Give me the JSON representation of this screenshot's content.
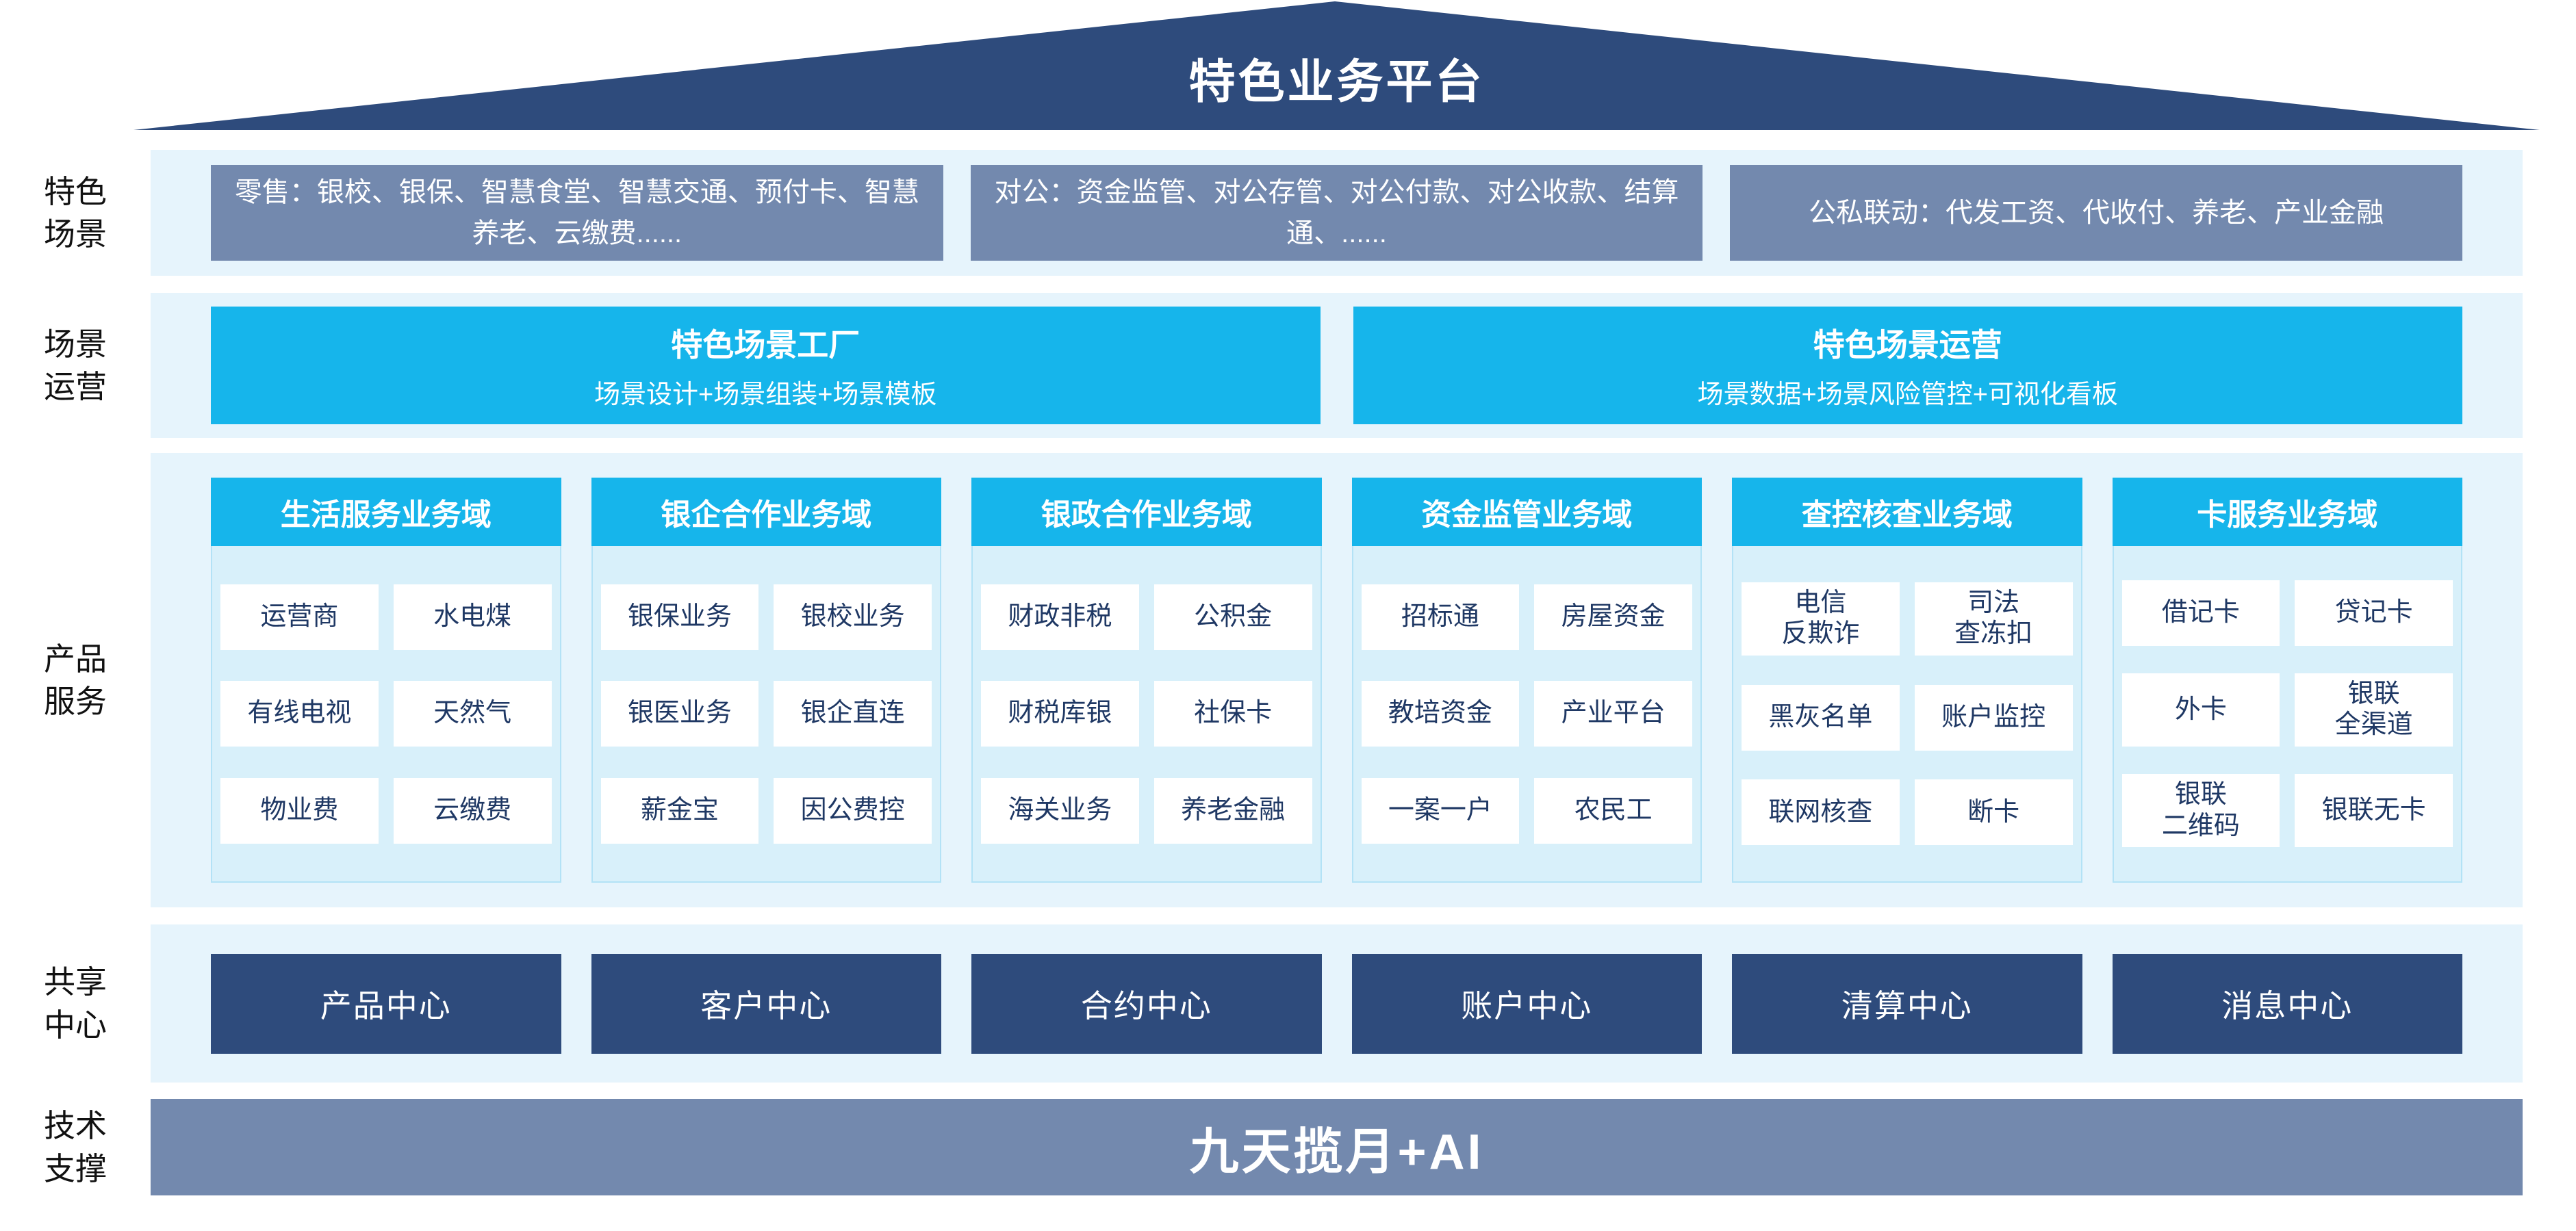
{
  "title": "特色业务平台",
  "colors": {
    "roof_navy": "#2E4B7C",
    "steel_blue": "#7389AE",
    "cyan": "#16B5EB",
    "band_light_blue": "#E6F4FC",
    "column_body_blue": "#D8F0FA",
    "cell_text_navy": "#1F3864"
  },
  "side_labels": [
    "特色\n场景",
    "场景\n运营",
    "产品\n服务",
    "共享\n中心",
    "技术\n支撑"
  ],
  "scenario_row": {
    "boxes": [
      "零售：银校、银保、智慧食堂、智慧交通、预付卡、智慧养老、云缴费......",
      "对公：资金监管、对公存管、对公付款、对公收款、结算通、......",
      "公私联动：代发工资、代收付、养老、产业金融"
    ]
  },
  "operation_row": {
    "boxes": [
      {
        "title": "特色场景工厂",
        "subtitle": "场景设计+场景组装+场景模板"
      },
      {
        "title": "特色场景运营",
        "subtitle": "场景数据+场景风险管控+可视化看板"
      }
    ]
  },
  "product_row": {
    "columns": [
      {
        "header": "生活服务业务域",
        "cells": [
          "运营商",
          "水电煤",
          "有线电视",
          "天然气",
          "物业费",
          "云缴费"
        ]
      },
      {
        "header": "银企合作业务域",
        "cells": [
          "银保业务",
          "银校业务",
          "银医业务",
          "银企直连",
          "薪金宝",
          "因公费控"
        ]
      },
      {
        "header": "银政合作业务域",
        "cells": [
          "财政非税",
          "公积金",
          "财税库银",
          "社保卡",
          "海关业务",
          "养老金融"
        ]
      },
      {
        "header": "资金监管业务域",
        "cells": [
          "招标通",
          "房屋资金",
          "教培资金",
          "产业平台",
          "一案一户",
          "农民工"
        ]
      },
      {
        "header": "查控核查业务域",
        "cells": [
          "电信\n反欺诈",
          "司法\n查冻扣",
          "黑灰名单",
          "账户监控",
          "联网核查",
          "断卡"
        ]
      },
      {
        "header": "卡服务业务域",
        "cells": [
          "借记卡",
          "贷记卡",
          "外卡",
          "银联\n全渠道",
          "银联\n二维码",
          "银联无卡"
        ]
      }
    ]
  },
  "center_row": {
    "boxes": [
      "产品中心",
      "客户中心",
      "合约中心",
      "账户中心",
      "清算中心",
      "消息中心"
    ]
  },
  "tech_row": {
    "label": "九天揽月+AI"
  }
}
